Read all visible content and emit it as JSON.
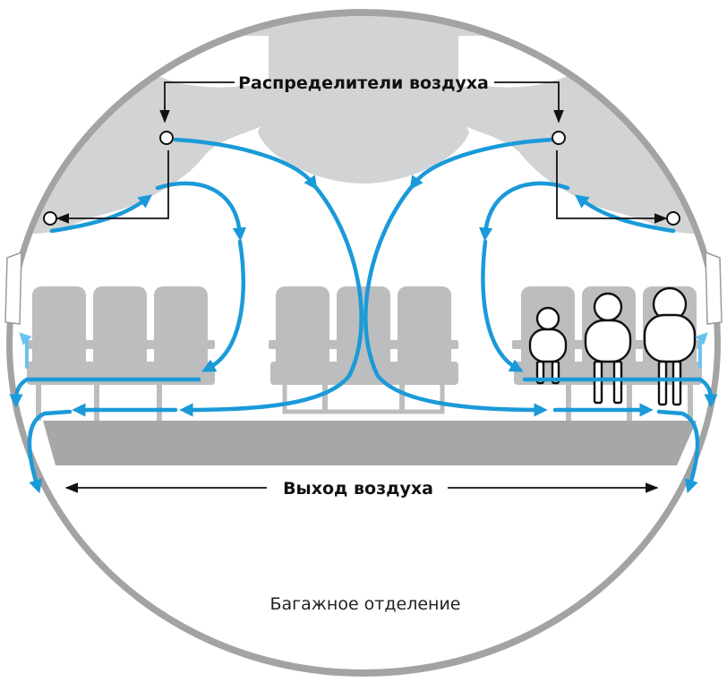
{
  "labels": {
    "air_distributors": "Распределители воздуха",
    "air_outlet": "Выход воздуха",
    "cargo_hold": "Багажное отделение"
  },
  "colors": {
    "airflow": "#1a9ad9",
    "airflow_light": "#6cc2ee",
    "fuselage": "#a3a3a3",
    "ceiling": "#d2d3d4",
    "seat": "#bcbdbe",
    "floor": "#a6a7a8",
    "pointer_line": "#111111"
  },
  "icons": [
    "air-vent-icon",
    "passenger-icon",
    "seat-icon",
    "arrow-icon"
  ]
}
